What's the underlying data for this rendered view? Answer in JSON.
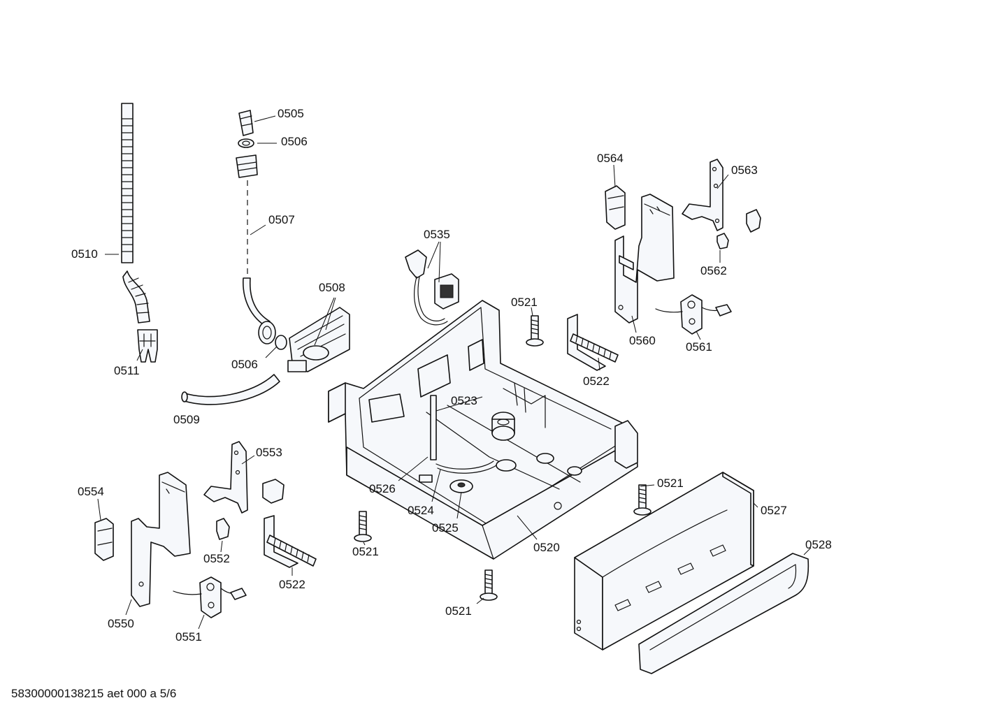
{
  "diagram": {
    "labels": [
      {
        "text": "0505"
      },
      {
        "text": "0506"
      },
      {
        "text": "0507"
      },
      {
        "text": "0508"
      },
      {
        "text": "0506"
      },
      {
        "text": "0509"
      },
      {
        "text": "0510"
      },
      {
        "text": "0511"
      },
      {
        "text": "0535"
      },
      {
        "text": "0521"
      },
      {
        "text": "0522"
      },
      {
        "text": "0523"
      },
      {
        "text": "0564"
      },
      {
        "text": "0563"
      },
      {
        "text": "0562"
      },
      {
        "text": "0560"
      },
      {
        "text": "0561"
      },
      {
        "text": "0553"
      },
      {
        "text": "0554"
      },
      {
        "text": "0552"
      },
      {
        "text": "0550"
      },
      {
        "text": "0551"
      },
      {
        "text": "0522"
      },
      {
        "text": "0526"
      },
      {
        "text": "0524"
      },
      {
        "text": "0525"
      },
      {
        "text": "0521"
      },
      {
        "text": "0520"
      },
      {
        "text": "0521"
      },
      {
        "text": "0521"
      },
      {
        "text": "0527"
      },
      {
        "text": "0528"
      }
    ]
  },
  "footer": {
    "document_id": "58300000138215 aet 000 a 5/6"
  }
}
